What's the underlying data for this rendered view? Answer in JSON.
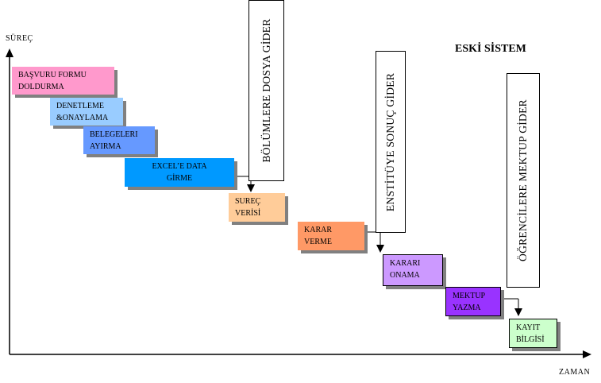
{
  "title": "ESKİ SİSTEM",
  "axes": {
    "y_label": "SÜREÇ",
    "x_label": "ZAMAN"
  },
  "steps": [
    {
      "id": "basvuru",
      "lines": [
        "BAŞVURU FORMU",
        "DOLDURMA"
      ],
      "color": "#FF99CC"
    },
    {
      "id": "denetleme",
      "lines": [
        "DENETLEME",
        "&ONAYLAMA"
      ],
      "color": "#99CCFF"
    },
    {
      "id": "belgeleri",
      "lines": [
        "BELEGELERI",
        "AYIRMA"
      ],
      "color": "#6699FF"
    },
    {
      "id": "excel",
      "lines": [
        "EXCEL’E DATA",
        "GİRME"
      ],
      "color": "#0099FF"
    },
    {
      "id": "surec",
      "lines": [
        "SUREÇ",
        "VERİSİ"
      ],
      "color": "#FFCC99"
    },
    {
      "id": "karar",
      "lines": [
        "KARAR",
        "VERME"
      ],
      "color": "#FF9966"
    },
    {
      "id": "onama",
      "lines": [
        "KARARI",
        "ONAMA"
      ],
      "color": "#CC99FF"
    },
    {
      "id": "mektup",
      "lines": [
        "MEKTUP",
        "YAZMA"
      ],
      "color": "#9933FF"
    },
    {
      "id": "kayit",
      "lines": [
        "KAYIT",
        "BİLGİSİ"
      ],
      "color": "#CCFFCC"
    }
  ],
  "notes": [
    {
      "id": "bolumlere",
      "text": "BÖLÜMLERE DOSYA GİDER"
    },
    {
      "id": "enstitu",
      "text": "ENSTİTÜYE SONUÇ GİDER"
    },
    {
      "id": "ogrencilere",
      "text": "ÖĞRENCİLERE MEKTUP GİDER"
    }
  ]
}
